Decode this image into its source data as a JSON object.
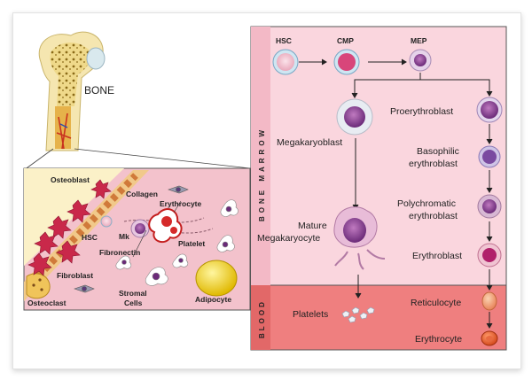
{
  "labels": {
    "bone": "BONE",
    "bone_marrow_side": "BONE   MARROW",
    "blood_side": "BLOOD",
    "osteoblast": "Osteoblast",
    "collagen": "Collagen",
    "erythrocyte_inset": "Erythrocyte",
    "hsc_inset": "HSC",
    "mk": "Mk",
    "platelet": "Platelet",
    "fibronectin": "Fibronectin",
    "fibroblast": "Fibroblast",
    "osteoclast": "Osteoclast",
    "stromal_line1": "Stromal",
    "stromal_line2": "Cells",
    "adipocyte": "Adipocyte",
    "hsc": "HSC",
    "cmp": "CMP",
    "mep": "MEP",
    "megakaryoblast": "Megakaryoblast",
    "mature_mk_line1": "Mature",
    "mature_mk_line2": "Megakaryocyte",
    "platelets": "Platelets",
    "proerythroblast": "Proerythroblast",
    "basophilic_line1": "Basophilic",
    "basophilic_line2": "erythroblast",
    "polychromatic_line1": "Polychromatic",
    "polychromatic_line2": "erythroblast",
    "erythroblast": "Erythroblast",
    "reticulocyte": "Reticulocyte",
    "erythrocyte": "Erythrocyte"
  },
  "colors": {
    "marrow_bg": "#f9d6de",
    "blood_bg": "#ef7f7f",
    "inset_bg": "#f3c2cc",
    "bone": "#f3e3a6",
    "cell_purple": "#9b4fa0",
    "adipocyte": "#f1d21b"
  }
}
